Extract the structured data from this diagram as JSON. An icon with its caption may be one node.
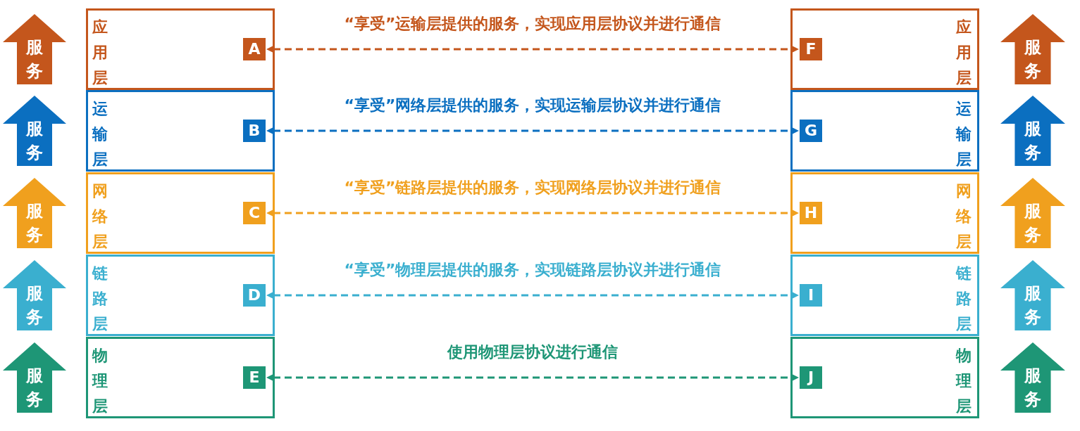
{
  "diagram": {
    "nodes": [
      {
        "text": [
          "服务"
        ]
      },
      {
        "text": [
          "应用层"
        ]
      },
      {
        "text": [
          "A"
        ],
        "in": 1
      },
      {
        "text": [
          "应用层"
        ]
      },
      {
        "text": [
          "F"
        ],
        "in": 3
      },
      {
        "text": [
          "服务"
        ]
      },
      {
        "text": [
          "服务"
        ]
      },
      {
        "text": [
          "运输层"
        ]
      },
      {
        "text": [
          "B"
        ],
        "in": 7
      },
      {
        "text": [
          "运输层"
        ]
      },
      {
        "text": [
          "G"
        ],
        "in": 9
      },
      {
        "text": [
          "服务"
        ]
      },
      {
        "text": [
          "服务"
        ]
      },
      {
        "text": [
          "网络层"
        ]
      },
      {
        "text": [
          "C"
        ],
        "in": 13
      },
      {
        "text": [
          "网络层"
        ]
      },
      {
        "text": [
          "H"
        ],
        "in": 15
      },
      {
        "text": [
          "服务"
        ]
      },
      {
        "text": [
          "服务"
        ]
      },
      {
        "text": [
          "链路层"
        ]
      },
      {
        "text": [
          "D"
        ],
        "in": 19
      },
      {
        "text": [
          "链路层"
        ]
      },
      {
        "text": [
          "I"
        ],
        "in": 21
      },
      {
        "text": [
          "服务"
        ]
      },
      {
        "text": [
          "服务"
        ]
      },
      {
        "text": [
          "物理层"
        ]
      },
      {
        "text": [
          "E"
        ],
        "in": 25
      },
      {
        "text": [
          "物理层"
        ]
      },
      {
        "text": [
          "J"
        ],
        "in": 27
      },
      {
        "text": [
          "服务"
        ]
      }
    ],
    "edges": [
      {
        "from": 2,
        "to": 4,
        "arrow": "both",
        "label": "“享受”运输层提供的服务，实现应用层协议并进行通信",
        "style": "dashed",
        "color": "#c4561c"
      },
      {
        "from": 8,
        "to": 10,
        "arrow": "both",
        "label": "“享受”网络层提供的服务，实现运输层协议并进行通信",
        "style": "dashed",
        "color": "#0b6fc0"
      },
      {
        "from": 14,
        "to": 16,
        "arrow": "both",
        "label": "“享受”链路层提供的服务，实现网络层协议并进行通信",
        "style": "dashed",
        "color": "#f0a01e"
      },
      {
        "from": 20,
        "to": 22,
        "arrow": "both",
        "label": "“享受”物理层提供的服务，实现链路层协议并进行通信",
        "style": "dashed",
        "color": "#3aafcf"
      },
      {
        "from": 26,
        "to": 28,
        "arrow": "both",
        "label": "使用物理层协议进行通信",
        "style": "dashed",
        "color": "#1e9676"
      }
    ]
  }
}
